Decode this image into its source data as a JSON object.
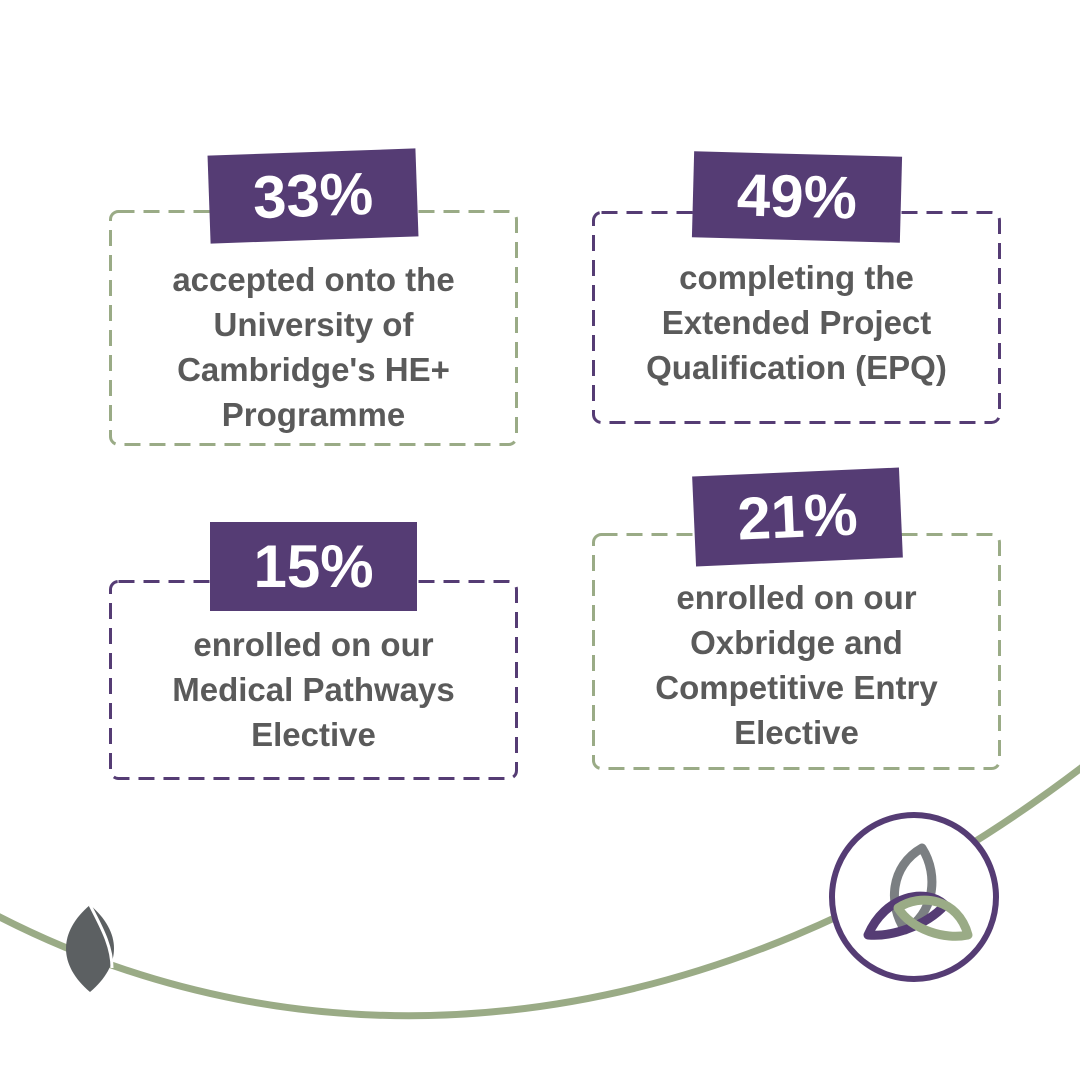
{
  "colors": {
    "purple": "#553c74",
    "green": "#9aab86",
    "text": "#5a5a5a",
    "leaf": "#5c6062"
  },
  "stats": [
    {
      "value": "33%",
      "text": "accepted onto the\nUniversity of\nCambridge's HE+\nProgramme",
      "border_color": "green"
    },
    {
      "value": "49%",
      "text": "completing the\nExtended Project\nQualification (EPQ)",
      "border_color": "purple"
    },
    {
      "value": "15%",
      "text": "enrolled on our\nMedical Pathways\nElective",
      "border_color": "purple"
    },
    {
      "value": "21%",
      "text": "enrolled on our\nOxbridge and\nCompetitive Entry\nElective",
      "border_color": "green"
    }
  ],
  "decor": {
    "leaf_icon": "leaf-icon",
    "logo_icon": "trinity-knot-logo-icon"
  }
}
